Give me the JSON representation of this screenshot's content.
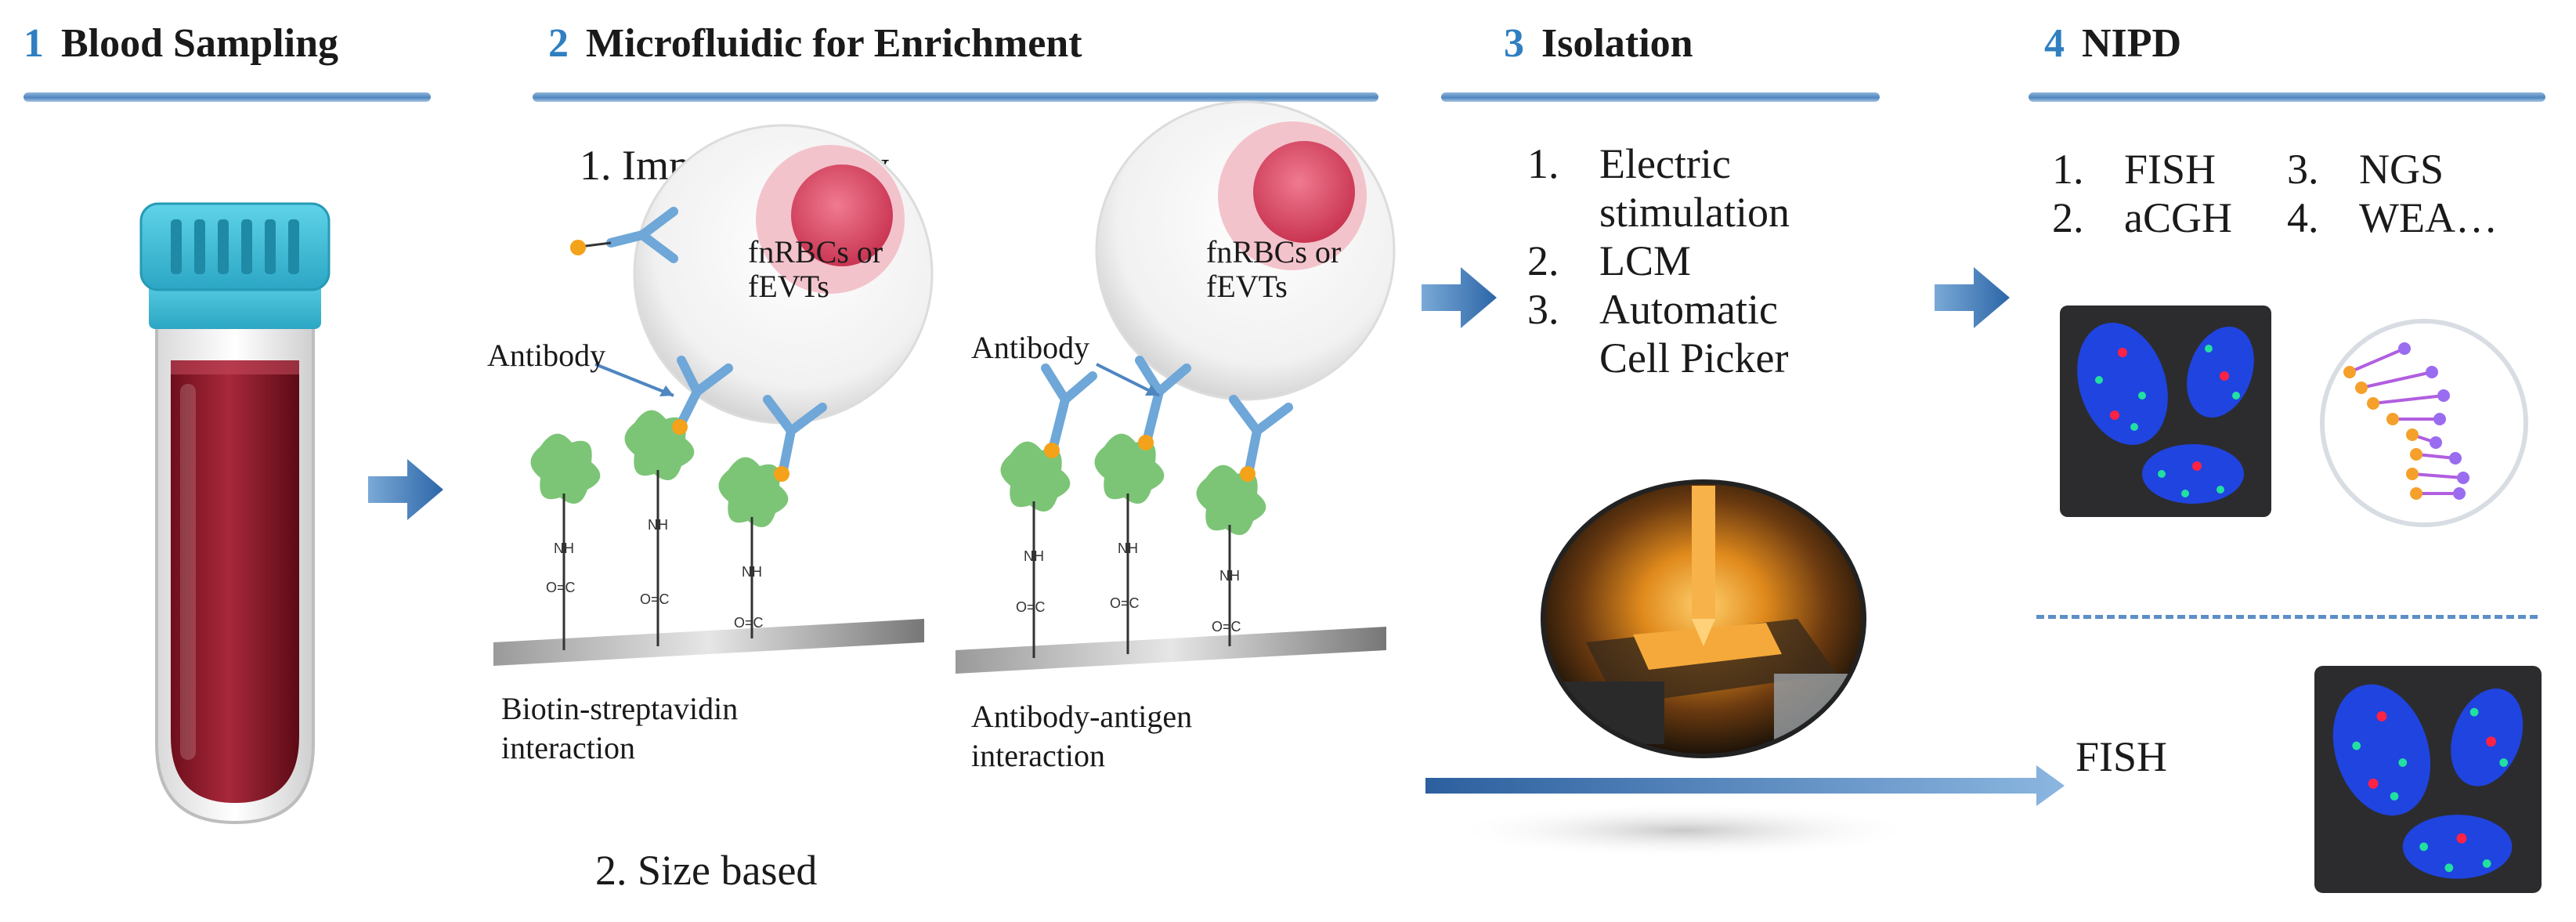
{
  "steps": [
    {
      "number": "1",
      "title": "Blood Sampling"
    },
    {
      "number": "2",
      "title": "Microfluidic for Enrichment"
    },
    {
      "number": "3",
      "title": "Isolation"
    },
    {
      "number": "4",
      "title": "NIPD"
    }
  ],
  "enrichment": {
    "method1": "1. Immunoaffinity",
    "method2": "2. Size based",
    "panel_left": {
      "cell_label_1": "fnRBCs or",
      "cell_label_2": "fEVTs",
      "antibody_label": "Antibody",
      "caption_1": "Biotin-streptavidin",
      "caption_2": "interaction"
    },
    "panel_right": {
      "cell_label_1": "fnRBCs or",
      "cell_label_2": "fEVTs",
      "antibody_label": "Antibody",
      "caption_1": "Antibody-antigen",
      "caption_2": "interaction"
    },
    "chem_nh": "NH",
    "chem_oc": "O=C"
  },
  "isolation": {
    "items": [
      {
        "n": "1.",
        "line1": "Electric",
        "line2": "stimulation"
      },
      {
        "n": "2.",
        "line1": "LCM",
        "line2": ""
      },
      {
        "n": "3.",
        "line1": "Automatic",
        "line2": "Cell Picker"
      }
    ]
  },
  "nipd": {
    "col1": [
      {
        "n": "1.",
        "label": "FISH"
      },
      {
        "n": "2.",
        "label": "aCGH"
      }
    ],
    "col2": [
      {
        "n": "3.",
        "label": "NGS"
      },
      {
        "n": "4.",
        "label": "WEA…"
      }
    ],
    "direct_label": "FISH"
  },
  "colors": {
    "accent": "#2f7fc1",
    "blood": "#8e1b2b",
    "cap": "#3cc0d8",
    "antibody": "#6ea7d8",
    "antigen": "#7cc576",
    "nucleus": "#1e3fd8"
  }
}
